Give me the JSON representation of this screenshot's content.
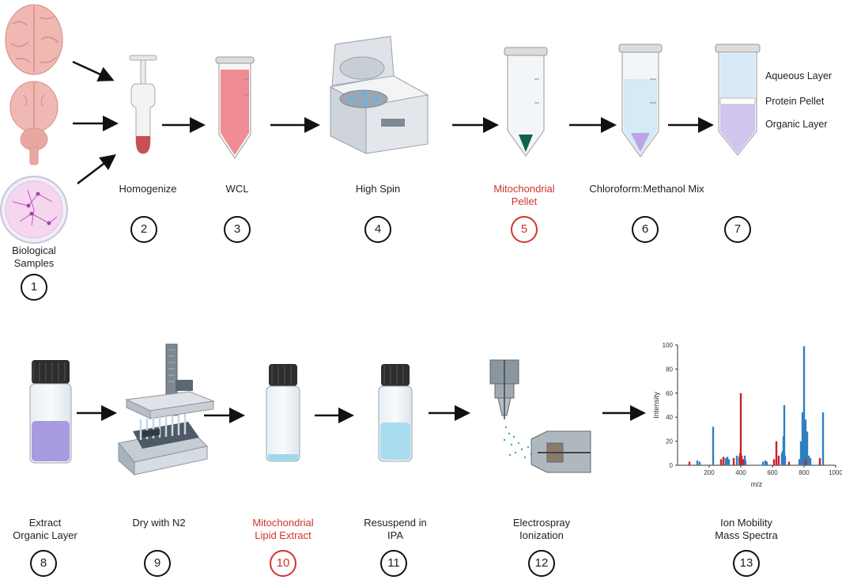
{
  "steps": {
    "s1": {
      "label": "Biological\nSamples",
      "num": "1"
    },
    "s2": {
      "label": "Homogenize",
      "num": "2"
    },
    "s3": {
      "label": "WCL",
      "num": "3"
    },
    "s4": {
      "label": "High Spin",
      "num": "4"
    },
    "s5": {
      "label": "Mitochondrial\nPellet",
      "num": "5"
    },
    "s6": {
      "label": "Chloroform:Methanol Mix",
      "num": "6"
    },
    "s7": {
      "num": "7"
    },
    "s8": {
      "label": "Extract\nOrganic Layer",
      "num": "8"
    },
    "s9": {
      "label": "Dry with N2",
      "num": "9"
    },
    "s10": {
      "label": "Mitochondrial\nLipid Extract",
      "num": "10"
    },
    "s11": {
      "label": "Resuspend in\nIPA",
      "num": "11"
    },
    "s12": {
      "label": "Electrospray\nIonization",
      "num": "12"
    },
    "s13": {
      "label": "Ion Mobility\nMass Spectra",
      "num": "13"
    }
  },
  "layers": {
    "aqueous": "Aqueous Layer",
    "protein": "Protein Pellet",
    "organic": "Organic Layer"
  },
  "colors": {
    "highlight": "#d0342c",
    "blue_series": "#2f7fc1",
    "red_series": "#c8232b"
  },
  "chart_data": {
    "type": "bar",
    "title": "",
    "xlabel": "m/z",
    "ylabel": "Intensity",
    "xlim": [
      0,
      1000
    ],
    "ylim": [
      0,
      100
    ],
    "xticks": [
      200,
      400,
      600,
      800,
      1000
    ],
    "yticks": [
      0,
      20,
      40,
      60,
      80,
      100
    ],
    "series": [
      {
        "color": "blue",
        "x": [
          125,
          140,
          225,
          305,
          315,
          325,
          375,
          390,
          425,
          430,
          540,
          555,
          565,
          660,
          665,
          670,
          675,
          680,
          770,
          780,
          790,
          800,
          810,
          820,
          830,
          840,
          920
        ],
        "values": [
          4,
          3,
          32,
          6,
          7,
          5,
          8,
          7,
          8,
          4,
          3,
          4,
          3,
          10,
          12,
          24,
          50,
          8,
          5,
          20,
          44,
          99,
          38,
          28,
          8,
          6,
          44
        ]
      },
      {
        "color": "red",
        "x": [
          75,
          275,
          290,
          355,
          395,
          400,
          405,
          415,
          610,
          625,
          640,
          705,
          810,
          900
        ],
        "values": [
          3,
          5,
          7,
          6,
          10,
          60,
          8,
          5,
          5,
          20,
          8,
          3,
          5,
          6
        ]
      }
    ]
  }
}
